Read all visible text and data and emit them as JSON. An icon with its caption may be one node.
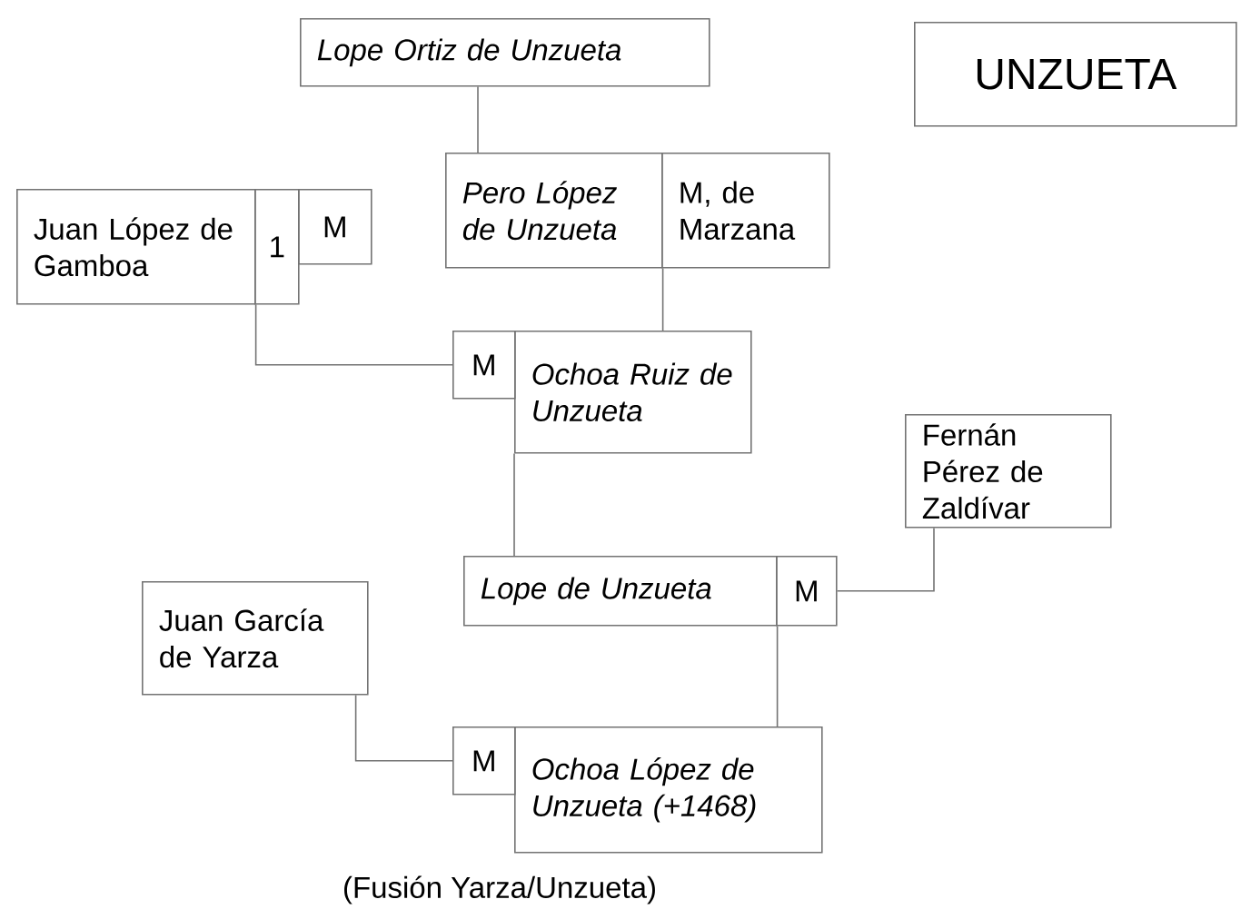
{
  "diagram": {
    "nodes": [
      {
        "text": [
          "UNZUETA"
        ]
      },
      {
        "text": [
          "Lope Ortiz de Unzueta"
        ]
      },
      {
        "text": [
          "Pero López de Unzueta"
        ]
      },
      {
        "text": [
          "M, de Marzana"
        ]
      },
      {
        "text": [
          "Juan López de Gamboa"
        ]
      },
      {
        "text": [
          "1"
        ]
      },
      {
        "text": [
          "M"
        ]
      },
      {
        "text": [
          "M"
        ]
      },
      {
        "text": [
          "Ochoa Ruiz de Unzueta"
        ]
      },
      {
        "text": [
          "Fernán Pérez de Zaldívar"
        ]
      },
      {
        "text": [
          "Lope de Unzueta"
        ]
      },
      {
        "text": [
          "M"
        ]
      },
      {
        "text": [
          "Juan García de Yarza"
        ]
      },
      {
        "text": [
          "M"
        ]
      },
      {
        "text": [
          "Ochoa López de Unzueta (+1468)"
        ]
      }
    ],
    "edges": [
      {
        "from": 1,
        "to": 2,
        "arrow": "none"
      },
      {
        "from": 2,
        "to": 8,
        "arrow": "none"
      },
      {
        "from": 4,
        "to": 7,
        "arrow": "none"
      },
      {
        "from": 8,
        "to": 10,
        "arrow": "none"
      },
      {
        "from": 9,
        "to": 11,
        "arrow": "none"
      },
      {
        "from": 10,
        "to": 14,
        "arrow": "none"
      },
      {
        "from": 12,
        "to": 13,
        "arrow": "none"
      }
    ],
    "labels": [
      "(Fusión Yarza/Unzueta)"
    ]
  }
}
